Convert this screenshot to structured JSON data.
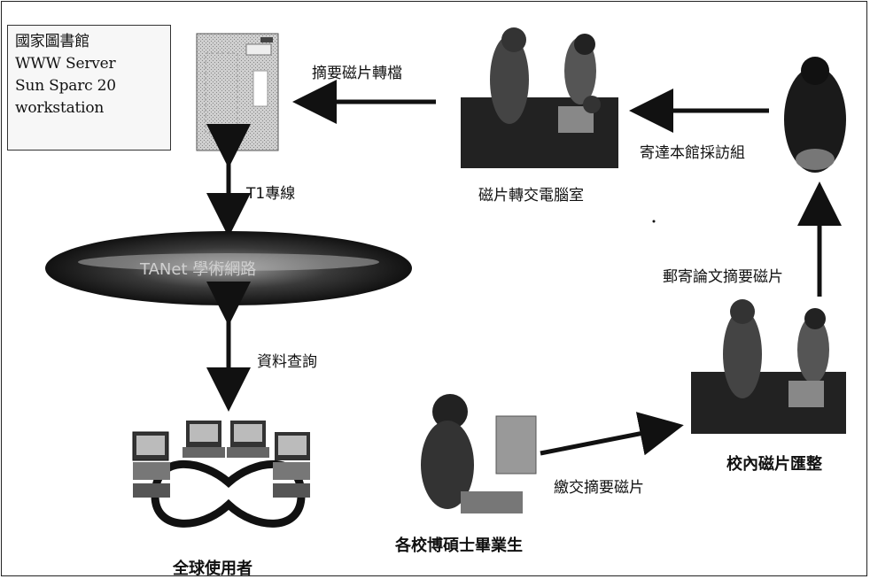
{
  "server_box": {
    "lines": [
      "國家圖書館",
      "WWW Server",
      "Sun Sparc 20",
      "workstation"
    ]
  },
  "edges": {
    "abstract_transfer": "摘要磁片轉檔",
    "t1_line": "T1專線",
    "data_query": "資料查詢",
    "send_to_acquisitions": "寄達本館採訪組",
    "mail_abstract_disk": "郵寄論文摘要磁片",
    "submit_abstract_disk": "繳交摘要磁片"
  },
  "nodes": {
    "disk_computer_room": "磁片轉交電腦室",
    "campus_collection": "校內磁片匯整",
    "graduates": "各校博碩士畢業生",
    "global_users": "全球使用者",
    "network_cloud_text": "TANet 學術網路"
  },
  "colors": {
    "arrow": "#111111",
    "cloud": "#2a2a2a",
    "box": "#f7f7f7"
  }
}
